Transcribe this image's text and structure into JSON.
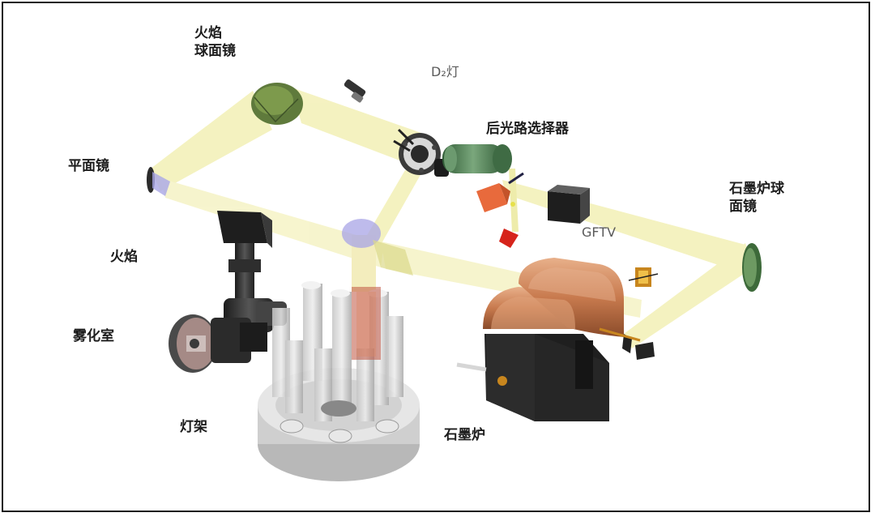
{
  "labels": {
    "flame_spherical_mirror": "火焰\n球面镜",
    "d2_lamp": "D₂灯",
    "rear_path_selector": "后光路选择器",
    "plane_mirror": "平面镜",
    "graphite_spherical_mirror": "石墨炉球\n面镜",
    "gftv": "GFTV",
    "flame": "火焰",
    "spray_chamber": "雾化室",
    "lamp_holder": "灯架",
    "graphite_furnace": "石墨炉"
  },
  "colors": {
    "beam": "#f3f0b4",
    "mirror_green": "#5f7a3c",
    "copper": "#c87a4e",
    "furnace_black": "#262626",
    "selector_red": "#e86a3c",
    "flame_red": "#c0533f",
    "lens_purple": "#a8a4e6",
    "lamp_green": "#4f7a52"
  }
}
